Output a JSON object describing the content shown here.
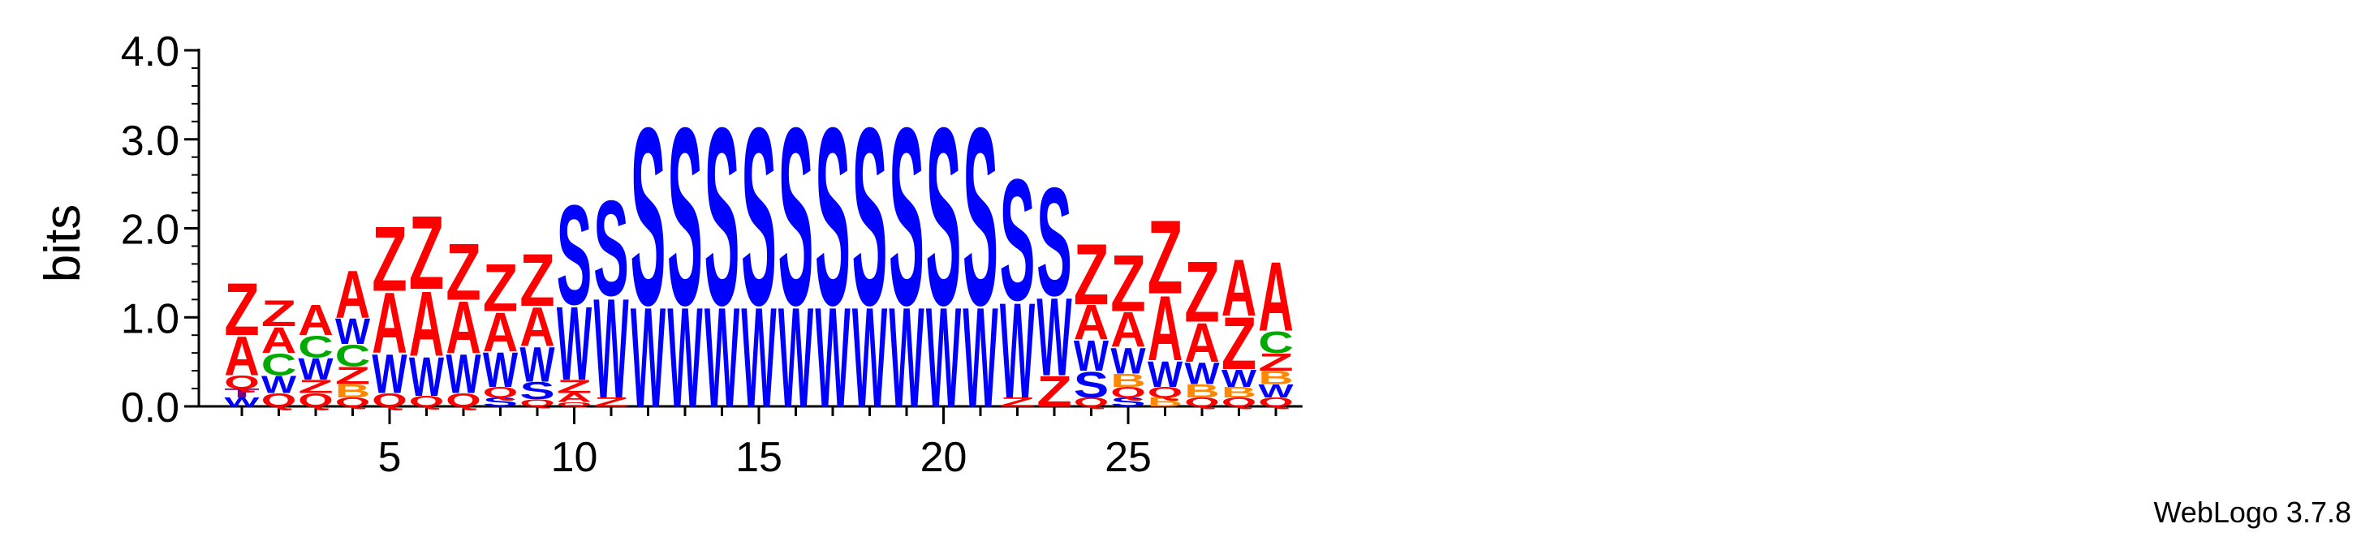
{
  "chart_data": {
    "type": "sequence-logo",
    "ylabel": "bits",
    "ylim": [
      0,
      4.0
    ],
    "y_ticks": [
      "0.0",
      "1.0",
      "2.0",
      "3.0",
      "4.0"
    ],
    "x_range": [
      1,
      29
    ],
    "x_ticks": [
      "5",
      "10",
      "15",
      "20",
      "25"
    ],
    "colors": {
      "Z": "#ff0000",
      "A": "#ff0000",
      "S": "#0000ff",
      "W": "#0000ff",
      "C": "#00aa00",
      "Q": "#ff0000",
      "B": "#ff8800",
      "T": "#800080"
    },
    "positions": [
      {
        "pos": 1,
        "letters": [
          {
            "l": "W",
            "h": 0.1
          },
          {
            "l": "T",
            "h": 0.1
          },
          {
            "l": "Q",
            "h": 0.15
          },
          {
            "l": "A",
            "h": 0.45
          },
          {
            "l": "Z",
            "h": 0.6
          }
        ]
      },
      {
        "pos": 2,
        "letters": [
          {
            "l": "Q",
            "h": 0.15
          },
          {
            "l": "W",
            "h": 0.2
          },
          {
            "l": "C",
            "h": 0.25
          },
          {
            "l": "A",
            "h": 0.3
          },
          {
            "l": "Z",
            "h": 0.3
          }
        ]
      },
      {
        "pos": 3,
        "letters": [
          {
            "l": "Q",
            "h": 0.15
          },
          {
            "l": "Z",
            "h": 0.15
          },
          {
            "l": "W",
            "h": 0.25
          },
          {
            "l": "C",
            "h": 0.25
          },
          {
            "l": "A",
            "h": 0.35
          }
        ]
      },
      {
        "pos": 4,
        "letters": [
          {
            "l": "Q",
            "h": 0.1
          },
          {
            "l": "B",
            "h": 0.15
          },
          {
            "l": "Z",
            "h": 0.2
          },
          {
            "l": "C",
            "h": 0.25
          },
          {
            "l": "W",
            "h": 0.3
          },
          {
            "l": "A",
            "h": 0.55
          }
        ]
      },
      {
        "pos": 5,
        "letters": [
          {
            "l": "Q",
            "h": 0.15
          },
          {
            "l": "W",
            "h": 0.45
          },
          {
            "l": "A",
            "h": 0.7
          },
          {
            "l": "Z",
            "h": 0.75
          }
        ]
      },
      {
        "pos": 6,
        "letters": [
          {
            "l": "Q",
            "h": 0.12
          },
          {
            "l": "W",
            "h": 0.45
          },
          {
            "l": "A",
            "h": 0.75
          },
          {
            "l": "Z",
            "h": 0.85
          }
        ]
      },
      {
        "pos": 7,
        "letters": [
          {
            "l": "Q",
            "h": 0.15
          },
          {
            "l": "W",
            "h": 0.45
          },
          {
            "l": "A",
            "h": 0.6
          },
          {
            "l": "Z",
            "h": 0.65
          }
        ]
      },
      {
        "pos": 8,
        "letters": [
          {
            "l": "S",
            "h": 0.1
          },
          {
            "l": "Q",
            "h": 0.12
          },
          {
            "l": "W",
            "h": 0.4
          },
          {
            "l": "A",
            "h": 0.45
          },
          {
            "l": "Z",
            "h": 0.55
          }
        ]
      },
      {
        "pos": 9,
        "letters": [
          {
            "l": "Q",
            "h": 0.08
          },
          {
            "l": "S",
            "h": 0.2
          },
          {
            "l": "W",
            "h": 0.4
          },
          {
            "l": "A",
            "h": 0.45
          },
          {
            "l": "Z",
            "h": 0.6
          }
        ]
      },
      {
        "pos": 10,
        "letters": [
          {
            "l": "Q",
            "h": 0.05
          },
          {
            "l": "A",
            "h": 0.1
          },
          {
            "l": "Z",
            "h": 0.15
          },
          {
            "l": "W",
            "h": 0.85
          },
          {
            "l": "S",
            "h": 1.15
          }
        ]
      },
      {
        "pos": 11,
        "letters": [
          {
            "l": "Z",
            "h": 0.1
          },
          {
            "l": "W",
            "h": 1.15
          },
          {
            "l": "S",
            "h": 1.1
          }
        ]
      },
      {
        "pos": 12,
        "letters": [
          {
            "l": "W",
            "h": 1.15
          },
          {
            "l": "S",
            "h": 2.05
          }
        ]
      },
      {
        "pos": 13,
        "letters": [
          {
            "l": "W",
            "h": 1.15
          },
          {
            "l": "S",
            "h": 2.05
          }
        ]
      },
      {
        "pos": 14,
        "letters": [
          {
            "l": "W",
            "h": 1.15
          },
          {
            "l": "S",
            "h": 2.05
          }
        ]
      },
      {
        "pos": 15,
        "letters": [
          {
            "l": "W",
            "h": 1.15
          },
          {
            "l": "S",
            "h": 2.05
          }
        ]
      },
      {
        "pos": 16,
        "letters": [
          {
            "l": "W",
            "h": 1.15
          },
          {
            "l": "S",
            "h": 2.05
          }
        ]
      },
      {
        "pos": 17,
        "letters": [
          {
            "l": "W",
            "h": 1.15
          },
          {
            "l": "S",
            "h": 2.05
          }
        ]
      },
      {
        "pos": 18,
        "letters": [
          {
            "l": "W",
            "h": 1.15
          },
          {
            "l": "S",
            "h": 2.05
          }
        ]
      },
      {
        "pos": 19,
        "letters": [
          {
            "l": "W",
            "h": 1.15
          },
          {
            "l": "S",
            "h": 2.05
          }
        ]
      },
      {
        "pos": 20,
        "letters": [
          {
            "l": "W",
            "h": 1.15
          },
          {
            "l": "S",
            "h": 2.05
          }
        ]
      },
      {
        "pos": 21,
        "letters": [
          {
            "l": "W",
            "h": 1.15
          },
          {
            "l": "S",
            "h": 2.05
          }
        ]
      },
      {
        "pos": 22,
        "letters": [
          {
            "l": "Z",
            "h": 0.1
          },
          {
            "l": "W",
            "h": 1.1
          },
          {
            "l": "S",
            "h": 1.4
          }
        ]
      },
      {
        "pos": 23,
        "letters": [
          {
            "l": "Z",
            "h": 0.35
          },
          {
            "l": "W",
            "h": 0.9
          },
          {
            "l": "S",
            "h": 1.25
          }
        ]
      },
      {
        "pos": 24,
        "letters": [
          {
            "l": "Q",
            "h": 0.1
          },
          {
            "l": "S",
            "h": 0.3
          },
          {
            "l": "W",
            "h": 0.35
          },
          {
            "l": "A",
            "h": 0.4
          },
          {
            "l": "Z",
            "h": 0.7
          }
        ]
      },
      {
        "pos": 25,
        "letters": [
          {
            "l": "S",
            "h": 0.1
          },
          {
            "l": "Q",
            "h": 0.12
          },
          {
            "l": "B",
            "h": 0.15
          },
          {
            "l": "W",
            "h": 0.3
          },
          {
            "l": "A",
            "h": 0.4
          },
          {
            "l": "Z",
            "h": 0.65
          }
        ]
      },
      {
        "pos": 26,
        "letters": [
          {
            "l": "B",
            "h": 0.1
          },
          {
            "l": "Q",
            "h": 0.12
          },
          {
            "l": "W",
            "h": 0.3
          },
          {
            "l": "A",
            "h": 0.75
          },
          {
            "l": "Z",
            "h": 0.85
          }
        ]
      },
      {
        "pos": 27,
        "letters": [
          {
            "l": "Q",
            "h": 0.1
          },
          {
            "l": "B",
            "h": 0.15
          },
          {
            "l": "W",
            "h": 0.25
          },
          {
            "l": "A",
            "h": 0.45
          },
          {
            "l": "Z",
            "h": 0.7
          }
        ]
      },
      {
        "pos": 28,
        "letters": [
          {
            "l": "Q",
            "h": 0.1
          },
          {
            "l": "B",
            "h": 0.12
          },
          {
            "l": "W",
            "h": 0.2
          },
          {
            "l": "Z",
            "h": 0.6
          },
          {
            "l": "A",
            "h": 0.65
          }
        ]
      },
      {
        "pos": 29,
        "letters": [
          {
            "l": "Q",
            "h": 0.1
          },
          {
            "l": "W",
            "h": 0.15
          },
          {
            "l": "B",
            "h": 0.15
          },
          {
            "l": "Z",
            "h": 0.2
          },
          {
            "l": "C",
            "h": 0.25
          },
          {
            "l": "A",
            "h": 0.8
          }
        ]
      }
    ]
  },
  "footer": {
    "credit": "WebLogo 3.7.8"
  }
}
